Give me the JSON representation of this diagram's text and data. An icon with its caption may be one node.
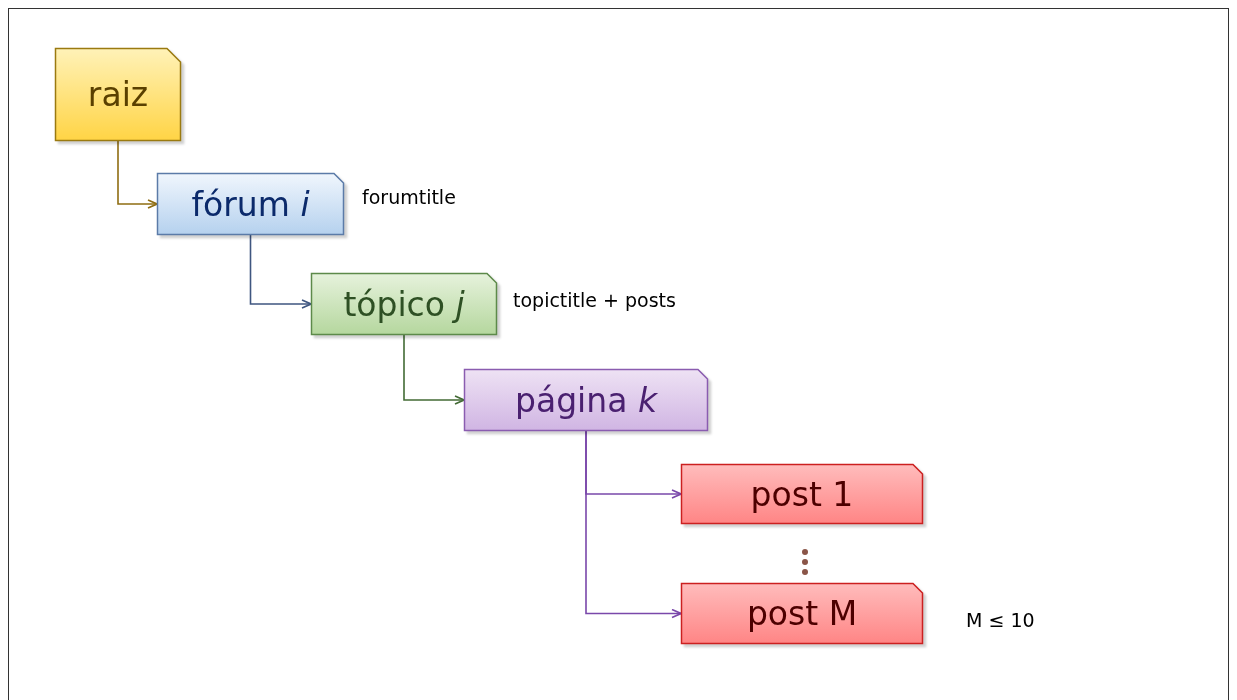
{
  "diagram": {
    "nodes": [
      {
        "text": [
          "raiz"
        ]
      },
      {
        "text": [
          "fórum *i*"
        ],
        "beside": [
          "forumtitle"
        ]
      },
      {
        "text": [
          "tópico *j*"
        ],
        "beside": [
          "topictitle + posts"
        ]
      },
      {
        "text": [
          "página *k*"
        ]
      },
      {
        "text": [
          "post 1"
        ]
      },
      {
        "text": [
          "post M"
        ],
        "beside": [
          "M ≤ 10"
        ]
      }
    ],
    "edges": [
      {
        "from": 0,
        "to": 1,
        "arrow": "to",
        "color": "#8f6d12"
      },
      {
        "from": 1,
        "to": 2,
        "arrow": "to",
        "color": "#3f5680"
      },
      {
        "from": 2,
        "to": 3,
        "arrow": "to",
        "color": "#436b35"
      },
      {
        "from": 3,
        "to": 4,
        "arrow": "to",
        "color": "#7a48aa"
      },
      {
        "from": 3,
        "to": 5,
        "arrow": "to",
        "color": "#7a48aa"
      }
    ]
  }
}
